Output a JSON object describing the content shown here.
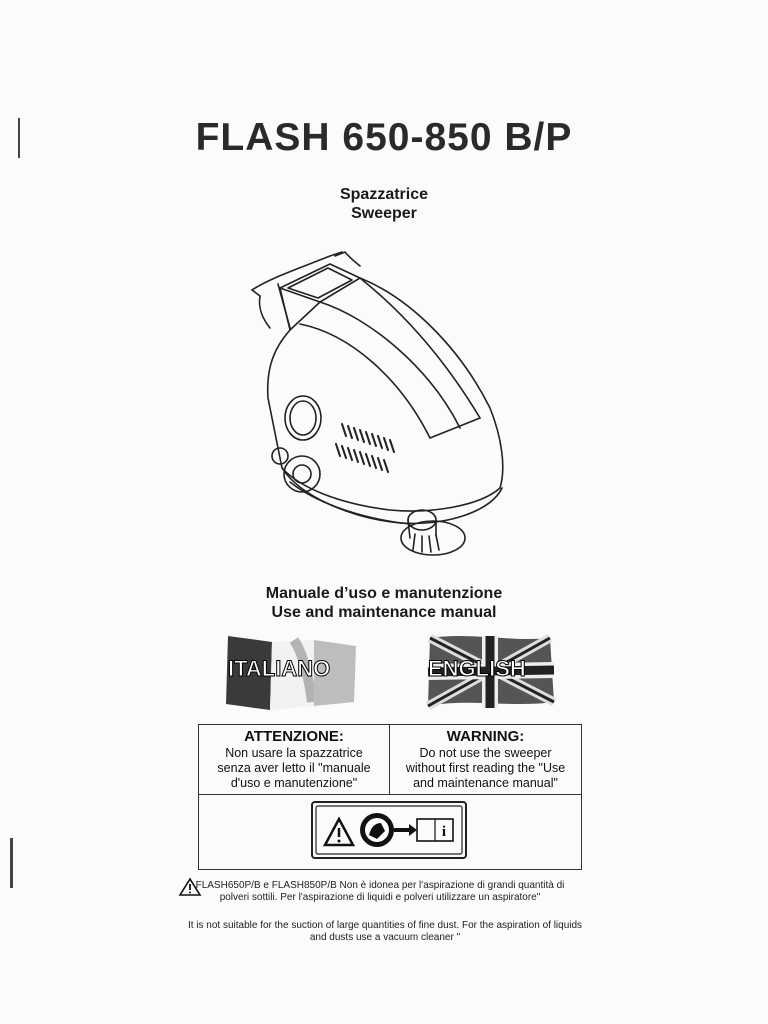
{
  "document": {
    "title": "FLASH 650-850 B/P",
    "subtitle_it": "Spazzatrice",
    "subtitle_en": "Sweeper",
    "manual_it": "Manuale d’uso e manutenzione",
    "manual_en": "Use and maintenance manual",
    "flag_it_label": "ITALIANO",
    "flag_en_label": "ENGLISH",
    "warning_it": {
      "heading": "ATTENZIONE:",
      "lines": [
        "Non usare la spazzatrice",
        "senza aver letto il \"manuale",
        "d'uso e manutenzione\""
      ]
    },
    "warning_en": {
      "heading": "WARNING:",
      "lines": [
        "Do not use the sweeper",
        "without first reading the \"Use",
        "and maintenance manual\""
      ]
    },
    "pictogram_icon": "read-manual-pictogram-icon",
    "pictogram_letter": "i",
    "note_it": "FLASH650P/B e FLASH850P/B Non è idonea per l'aspirazione di grandi quantità di polveri sottili. Per l'aspirazione di liquidi e polveri utilizzare un aspiratore\"",
    "note_en": "It is not suitable for the suction of large quantities of fine dust. For the aspiration of liquids and dusts use a vacuum cleaner \""
  }
}
